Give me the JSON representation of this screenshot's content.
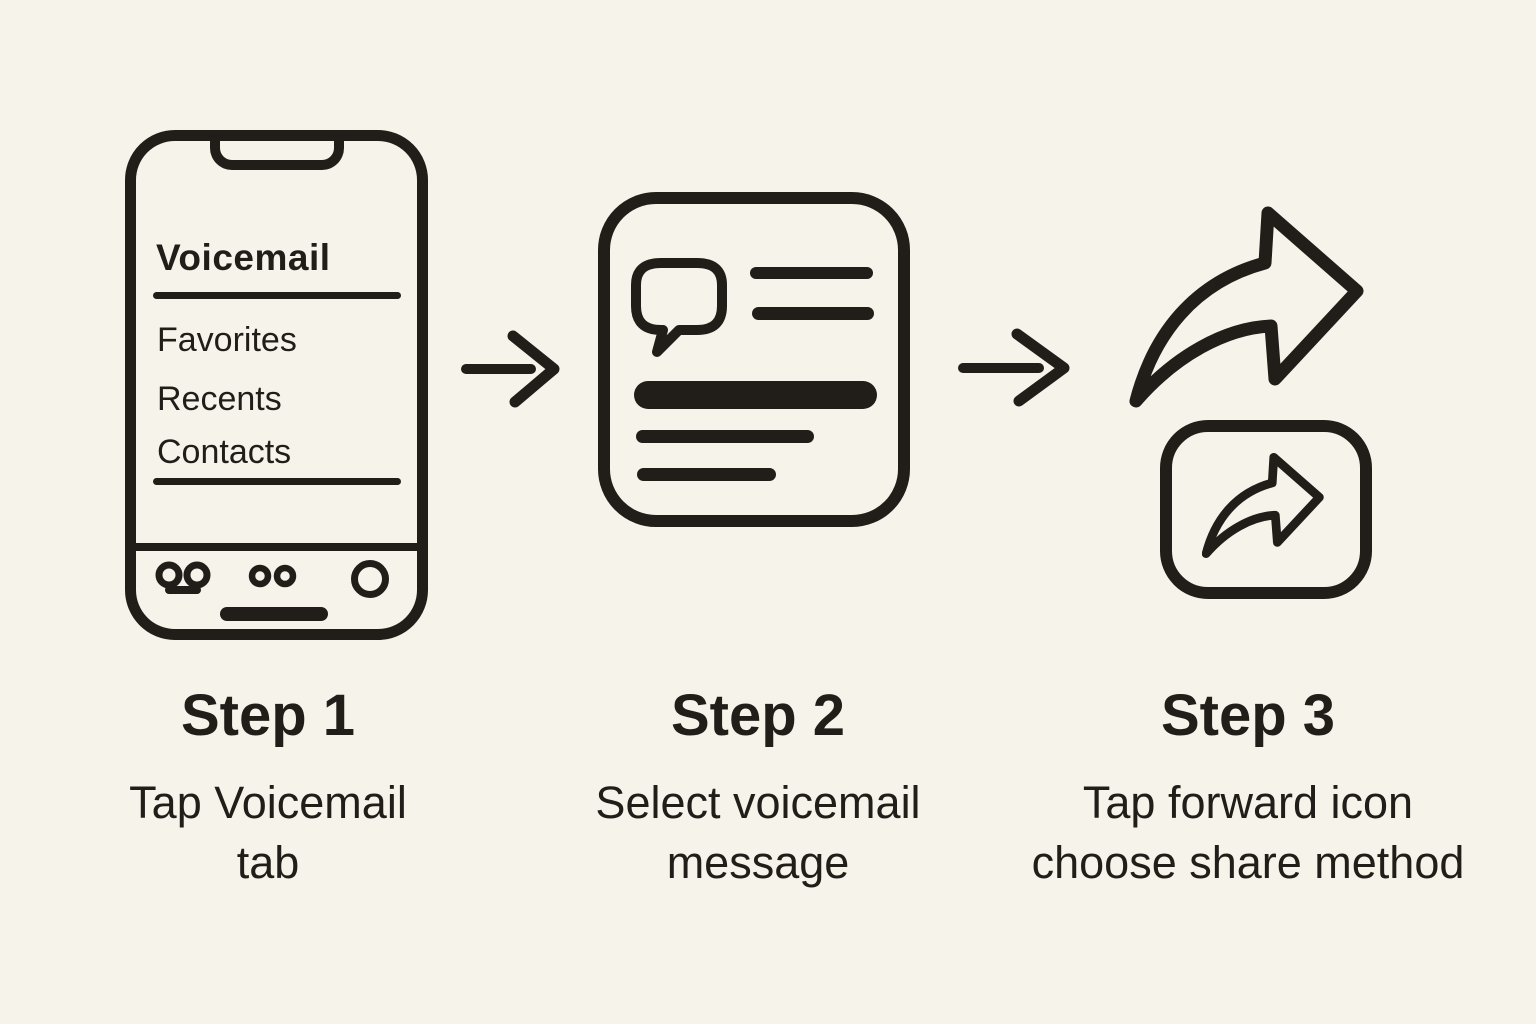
{
  "page": {
    "background_color": "#f6f3ea",
    "ink_color": "#211e1a",
    "description": "Three-step voicemail forwarding instructions"
  },
  "phone": {
    "title": "Voicemail",
    "items": [
      "Favorites",
      "Recents",
      "Contacts"
    ],
    "tab_icons": [
      "voicemail-icon",
      "dots-icon",
      "circle-icon"
    ]
  },
  "steps": [
    {
      "heading": "Step 1",
      "caption_line1": "Tap Voicemail",
      "caption_line2": "tab"
    },
    {
      "heading": "Step 2",
      "caption_line1": "Select voicemail",
      "caption_line2": "message"
    },
    {
      "heading": "Step 3",
      "caption_line1": "Tap forward icon",
      "caption_line2": "choose share method"
    }
  ]
}
